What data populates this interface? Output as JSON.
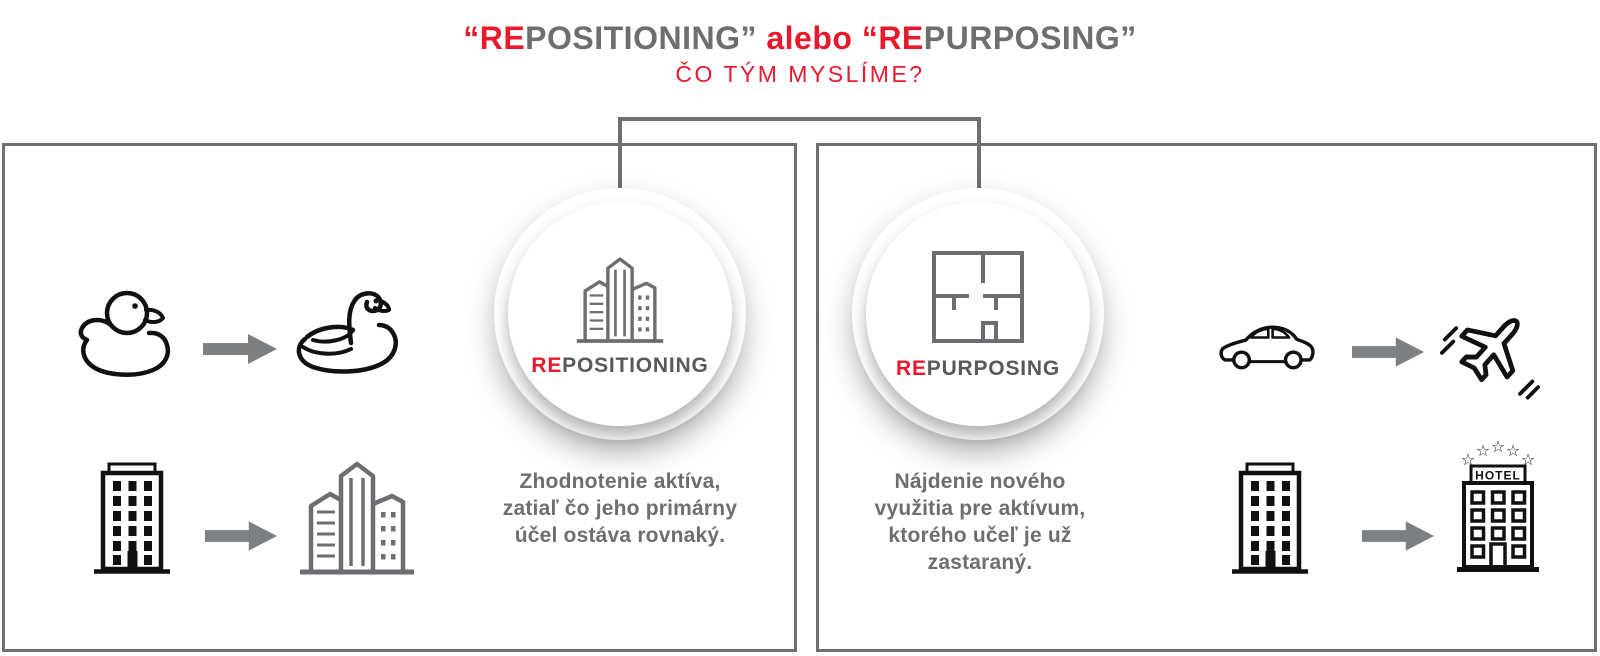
{
  "colors": {
    "accent_red": "#e8192d",
    "title_gray": "#6d6e70",
    "text_gray": "#6d6e71",
    "label_gray": "#58595b",
    "line_gray": "#6e6f71",
    "arrow_gray": "#7d8082",
    "icon_black": "#111111"
  },
  "header": {
    "title_q1_red": "“RE",
    "title_t1_gray": "POSITIONING”",
    "title_mid_red": " alebo ",
    "title_q2_red": "“RE",
    "title_t2_gray": "PURPOSING”",
    "subtitle": "ČO TÝM MYSLÍME?"
  },
  "left_panel": {
    "badge": {
      "prefix_red": "RE",
      "rest_gray": "POSITIONING",
      "icon": "city-buildings-icon"
    },
    "description_lines": {
      "0": "Zhodnotenie aktíva,",
      "1": "zatiaľ čo jeho primárny",
      "2": "účel ostáva rovnaký."
    },
    "examples": [
      {
        "from_icon": "rubber-duck-icon",
        "to_icon": "swan-icon"
      },
      {
        "from_icon": "office-tower-icon",
        "to_icon": "city-buildings-icon"
      }
    ]
  },
  "right_panel": {
    "badge": {
      "prefix_red": "RE",
      "rest_gray": "PURPOSING",
      "icon": "floor-plan-icon"
    },
    "description_lines": {
      "0": "Nájdenie nového",
      "1": "využitia pre aktívum,",
      "2": "ktorého učeľ je už",
      "3": "zastaraný."
    },
    "examples": [
      {
        "from_icon": "car-icon",
        "to_icon": "airplane-icon"
      },
      {
        "from_icon": "office-tower-icon",
        "to_icon": "hotel-icon"
      }
    ],
    "hotel_sign": "HOTEL"
  }
}
